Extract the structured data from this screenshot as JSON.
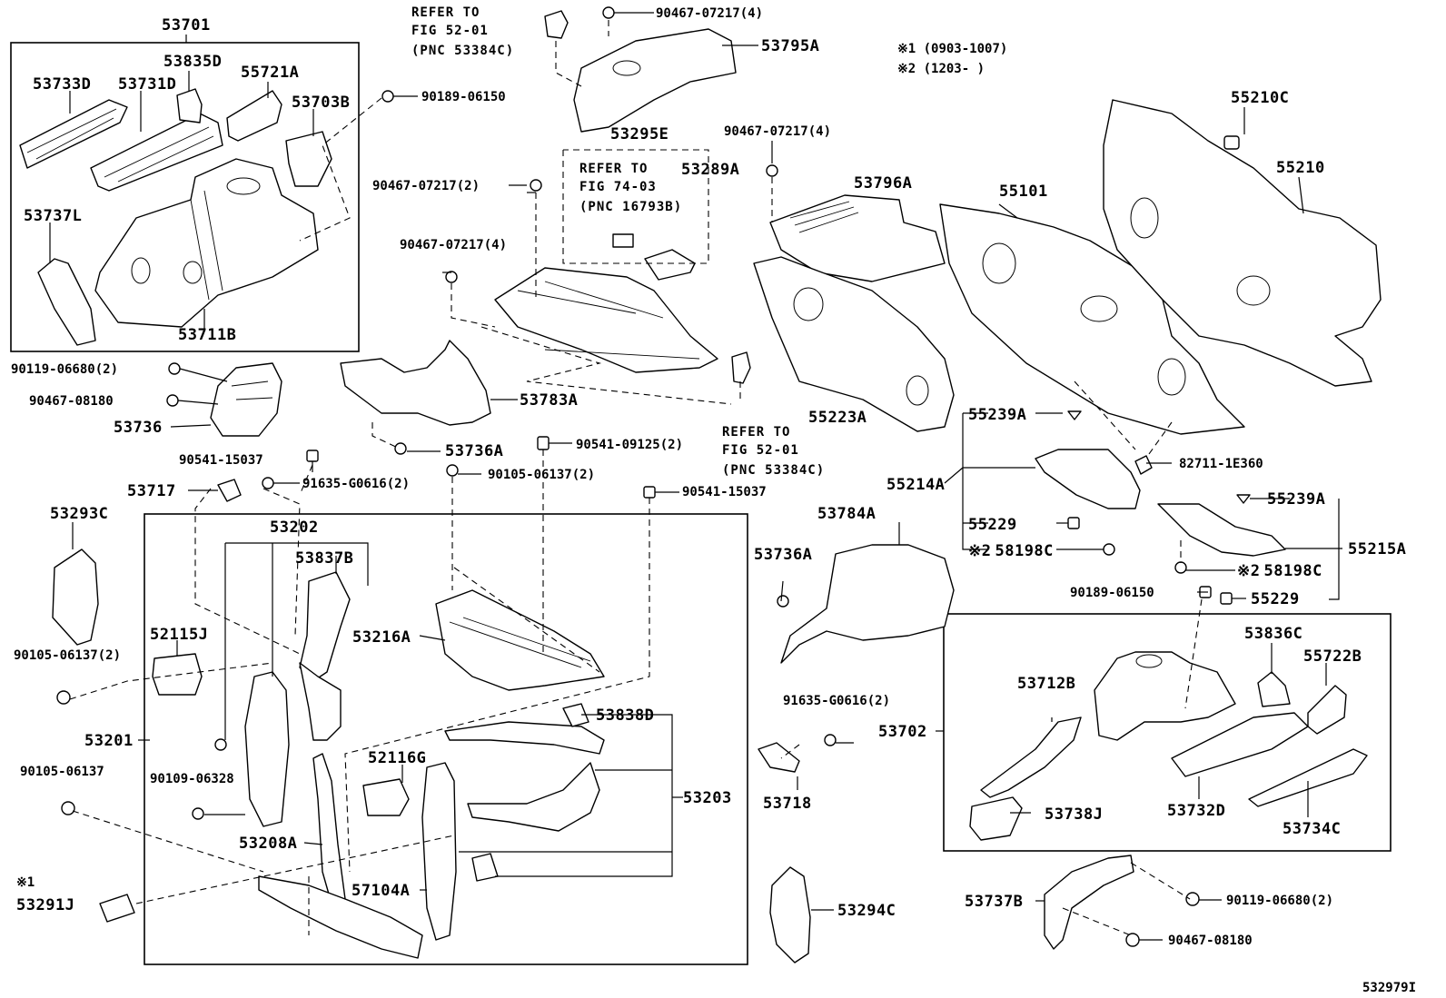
{
  "notes": {
    "n1": "※1 (0903-1007)",
    "n2": "※2 (1203-      )",
    "note1_mark": "※1",
    "note2_mark": "※2"
  },
  "refs": {
    "r1_l1": "REFER TO",
    "r1_l2": "FIG 52-01",
    "r1_l3": "(PNC 53384C)",
    "r2_l1": "REFER TO",
    "r2_l2": "FIG 74-03",
    "r2_l3": "(PNC 16793B)",
    "r3_l1": "REFER TO",
    "r3_l2": "FIG 52-01",
    "r3_l3": "(PNC 53384C)"
  },
  "labels": {
    "p53701": "53701",
    "p53733D": "53733D",
    "p53835D": "53835D",
    "p55721A": "55721A",
    "p53731D": "53731D",
    "p53703B": "53703B",
    "p53737L": "53737L",
    "p53711B": "53711B",
    "p90189_06150a": "90189-06150",
    "p90467_07217_4a": "90467-07217(4)",
    "p53795A": "53795A",
    "p53295E": "53295E",
    "p53289A": "53289A",
    "p90467_07217_2": "90467-07217(2)",
    "p90467_07217_4b": "90467-07217(4)",
    "p90467_07217_4c": "90467-07217(4)",
    "p53796A": "53796A",
    "p55101": "55101",
    "p55210C": "55210C",
    "p55210": "55210",
    "p90119_06680_2a": "90119-06680(2)",
    "p90467_08180a": "90467-08180",
    "p53736": "53736",
    "p53783A": "53783A",
    "p53736A_a": "53736A",
    "p90541_15037a": "90541-15037",
    "p90541_09125_2": "90541-09125(2)",
    "p55223A": "55223A",
    "p55239A_a": "55239A",
    "p82711_1E360": "82711-1E360",
    "p55214A": "55214A",
    "p55229a": "55229",
    "p58198C_a": "58198C",
    "p55239A_b": "55239A",
    "p55215A": "55215A",
    "p58198C_b": "58198C",
    "p90189_06150b": "90189-06150",
    "p55229b": "55229",
    "p53717": "53717",
    "p91635_G0616_2a": "91635-G0616(2)",
    "p90105_06137_2a": "90105-06137(2)",
    "p90541_15037b": "90541-15037",
    "p53293C": "53293C",
    "p53202": "53202",
    "p53837B": "53837B",
    "p52115J": "52115J",
    "p53216A": "53216A",
    "p90105_06137_2b": "90105-06137(2)",
    "p53201": "53201",
    "p90105_06137": "90105-06137",
    "p90109_06328": "90109-06328",
    "p52116G": "52116G",
    "p53838D": "53838D",
    "p53203": "53203",
    "p53208A": "53208A",
    "p57104A": "57104A",
    "p53291J": "53291J",
    "p53784A": "53784A",
    "p53736A_b": "53736A",
    "p91635_G0616_2b": "91635-G0616(2)",
    "p53718": "53718",
    "p53294C": "53294C",
    "p53702": "53702",
    "p53712B": "53712B",
    "p53836C": "53836C",
    "p55722B": "55722B",
    "p53738J": "53738J",
    "p53732D": "53732D",
    "p53734C": "53734C",
    "p53737B": "53737B",
    "p90119_06680_2b": "90119-06680(2)",
    "p90467_08180b": "90467-08180"
  },
  "footer": {
    "code": "532979I"
  }
}
